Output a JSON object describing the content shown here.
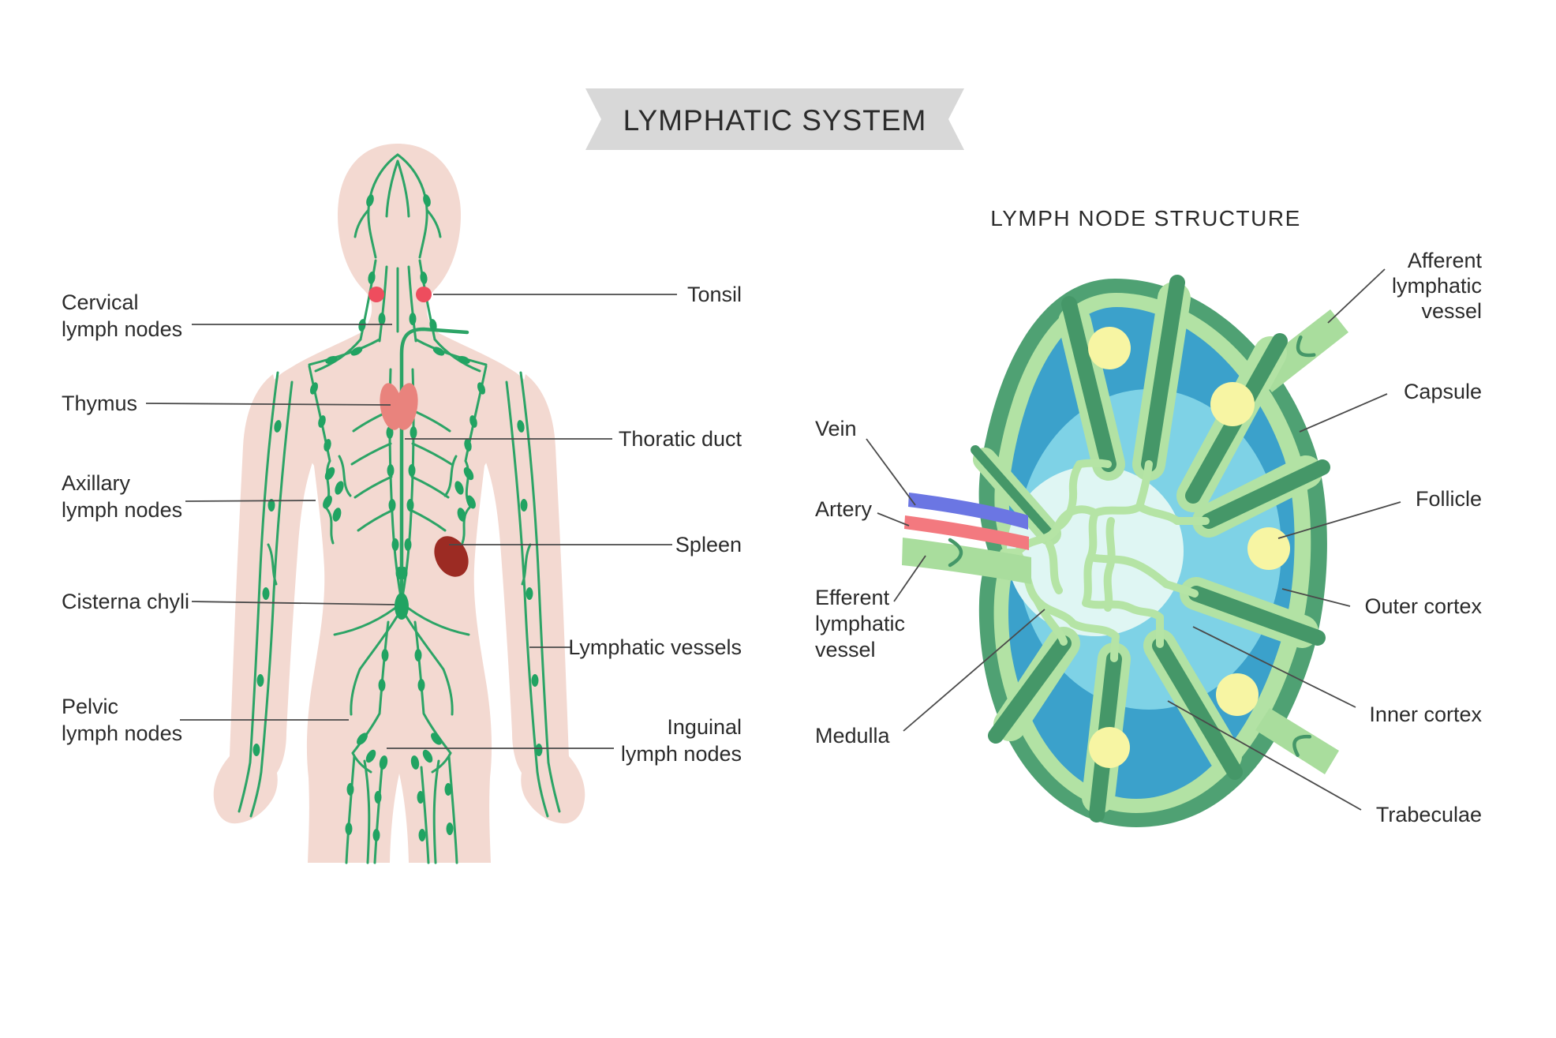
{
  "banner": {
    "title": "LYMPHATIC SYSTEM"
  },
  "body_diagram": {
    "labels": {
      "cervical": {
        "lines": [
          "Cervical",
          "lymph nodes"
        ]
      },
      "thymus": {
        "lines": [
          "Thymus"
        ]
      },
      "axillary": {
        "lines": [
          "Axillary",
          "lymph nodes"
        ]
      },
      "cisterna_chyli": {
        "lines": [
          "Cisterna chyli"
        ]
      },
      "pelvic": {
        "lines": [
          "Pelvic",
          "lymph nodes"
        ]
      },
      "tonsil": {
        "lines": [
          "Tonsil"
        ]
      },
      "thoratic_duct": {
        "lines": [
          "Thoratic duct"
        ]
      },
      "spleen": {
        "lines": [
          "Spleen"
        ]
      },
      "lymphatic_vessels": {
        "lines": [
          "Lymphatic vessels"
        ]
      },
      "inguinal": {
        "lines": [
          "Inguinal",
          "lymph nodes"
        ]
      }
    }
  },
  "node_diagram": {
    "title": "LYMPH NODE STRUCTURE",
    "labels": {
      "vein": {
        "lines": [
          "Vein"
        ]
      },
      "artery": {
        "lines": [
          "Artery"
        ]
      },
      "efferent": {
        "lines": [
          "Efferent",
          "lymphatic",
          "vessel"
        ]
      },
      "medulla": {
        "lines": [
          "Medulla"
        ]
      },
      "afferent": {
        "lines": [
          "Afferent",
          "lymphatic",
          "vessel"
        ]
      },
      "capsule": {
        "lines": [
          "Capsule"
        ]
      },
      "follicle": {
        "lines": [
          "Follicle"
        ]
      },
      "outer_cortex": {
        "lines": [
          "Outer cortex"
        ]
      },
      "inner_cortex": {
        "lines": [
          "Inner cortex"
        ]
      },
      "trabeculae": {
        "lines": [
          "Trabeculae"
        ]
      }
    }
  },
  "colors": {
    "banner_bg": "#d8d8d8",
    "text": "#2b2b2b",
    "pointer_line": "#4a4a4a",
    "body_skin": "#f3d9d1",
    "lymph_vessel_green": "#2ca466",
    "lymph_node_green": "#21a362",
    "tonsil_red": "#ee4d5e",
    "thymus_pink": "#e9837d",
    "spleen_red": "#9c2b23",
    "capsule_green": "#4fa173",
    "trabecula_green": "#459768",
    "lining_light_green": "#b2e2a4",
    "outer_cortex_blue": "#3ba1cb",
    "inner_cortex_blue": "#7ed2e6",
    "medulla_pale": "#dff6f3",
    "medulla_cords_green": "#b5e4a5",
    "follicle_yellow": "#f7f5a3",
    "vein_blue": "#6b76e3",
    "artery_red": "#f3797f",
    "efferent_vessel_green": "#a9dd9d"
  }
}
